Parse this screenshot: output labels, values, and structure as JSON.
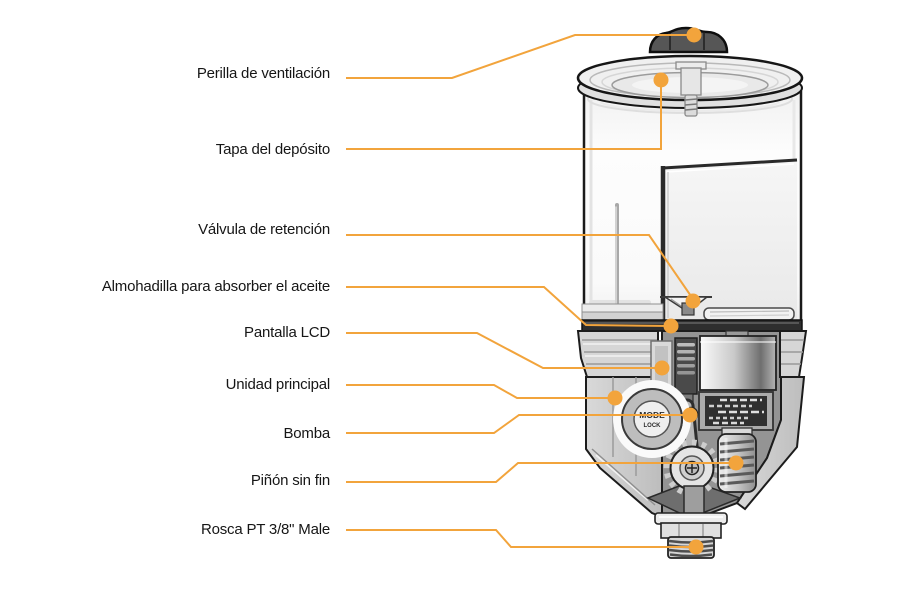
{
  "accent": "#F2A43C",
  "background": "#FFFFFF",
  "callouts": [
    {
      "text": "Perilla de ventilación",
      "target": "vent-knob"
    },
    {
      "text": "Tapa del depósito",
      "target": "reservoir-lid"
    },
    {
      "text": "Válvula de retención",
      "target": "check-valve"
    },
    {
      "text": "Almohadilla para absorber el aceite",
      "target": "oil-absorber-pad"
    },
    {
      "text": "Pantalla LCD",
      "target": "lcd-display"
    },
    {
      "text": "Unidad principal",
      "target": "main-housing"
    },
    {
      "text": "Bomba",
      "target": "pump"
    },
    {
      "text": "Piñón sin fin",
      "target": "worm-gear"
    },
    {
      "text": "Rosca PT 3/8\" Male",
      "target": "thread-fitting"
    }
  ],
  "device": {
    "mode_button": {
      "line1": "MODE",
      "line2": "LOCK"
    }
  }
}
